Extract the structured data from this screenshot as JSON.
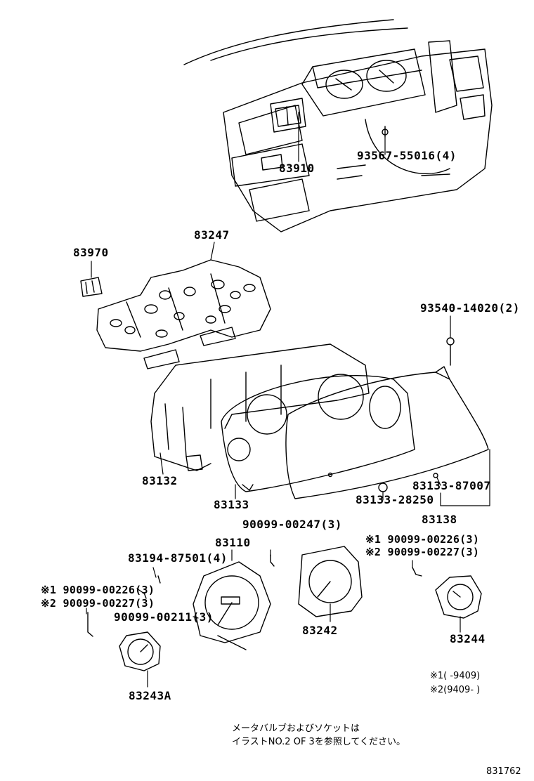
{
  "parts": {
    "p83910": "83910",
    "p93567": "93567-55016(4)",
    "p83247": "83247",
    "p83970": "83970",
    "p93540": "93540-14020(2)",
    "p83132": "83132",
    "p83133": "83133",
    "p83133_87007": "83133-87007",
    "p83133_28250": "83133-28250",
    "p83138": "83138",
    "p90099_00247": "90099-00247(3)",
    "p83110": "83110",
    "p83194": "83194-87501(4)",
    "p90099_00226_r": "※1 90099-00226(3)",
    "p90099_00227_r": "※2 90099-00227(3)",
    "p90099_00226_l": "※1 90099-00226(3)",
    "p90099_00227_l": "※2 90099-00227(3)",
    "p90099_00211": "90099-00211(3)",
    "p83242": "83242",
    "p83244": "83244",
    "p83243A": "83243A"
  },
  "legend": {
    "line1": "※1(     -9409)",
    "line2": "※2(9409-     )"
  },
  "note": {
    "line1": "メータバルブおよびソケットは",
    "line2": "イラストNO.2 OF 3を参照してください。"
  },
  "figure_id": "831762",
  "colors": {
    "ink": "#000000",
    "paper": "#ffffff"
  }
}
